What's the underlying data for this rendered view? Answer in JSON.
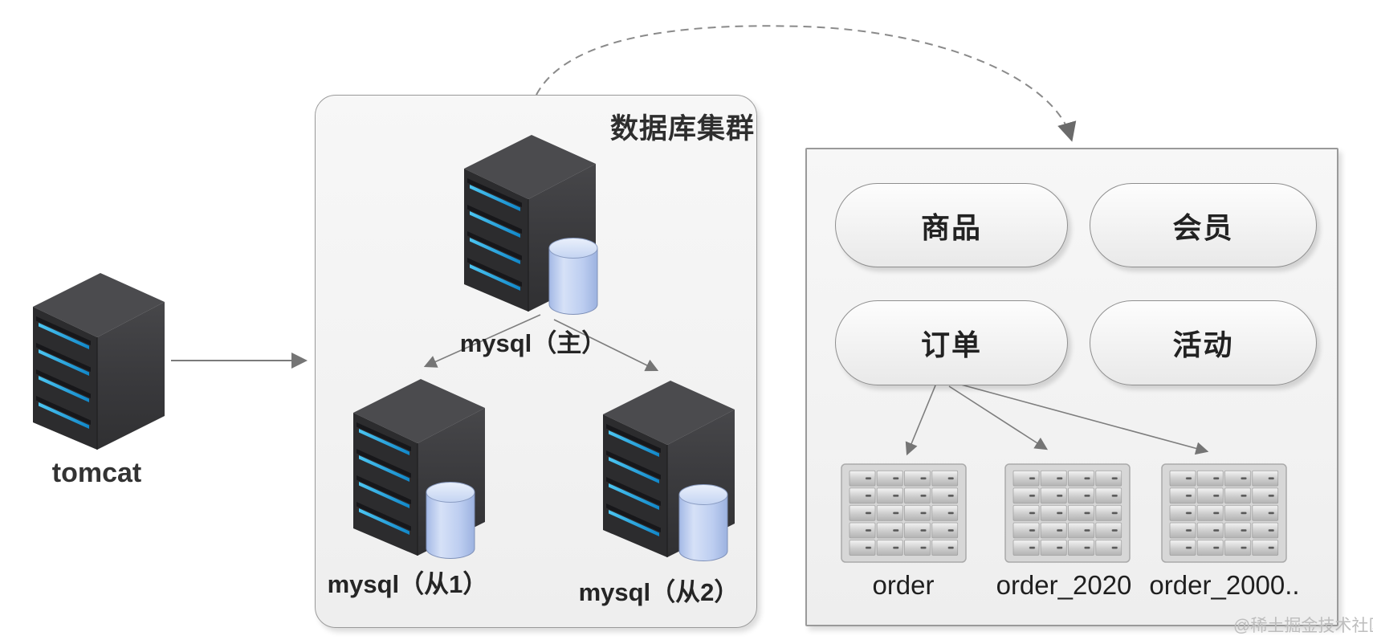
{
  "diagram": {
    "tomcat": {
      "label": "tomcat"
    },
    "cluster": {
      "title": "数据库集群",
      "master": {
        "label": "mysql（主）"
      },
      "slave1": {
        "label": "mysql（从1）"
      },
      "slave2": {
        "label": "mysql（从2）"
      }
    },
    "services": {
      "pills": [
        {
          "label": "商品"
        },
        {
          "label": "会员"
        },
        {
          "label": "订单"
        },
        {
          "label": "活动"
        }
      ],
      "tables": [
        {
          "label": "order"
        },
        {
          "label": "order_2020"
        },
        {
          "label": "order_2000.."
        }
      ]
    },
    "watermark": "@稀土掘金技术社区"
  },
  "colors": {
    "connector": "#7a7a7a",
    "led_stripe": "#2aa7e0",
    "server_body": "#323234",
    "cylinder": "#c3d3f0",
    "box_border": "#9a9a9a",
    "box_fill": "#f4f4f4"
  }
}
